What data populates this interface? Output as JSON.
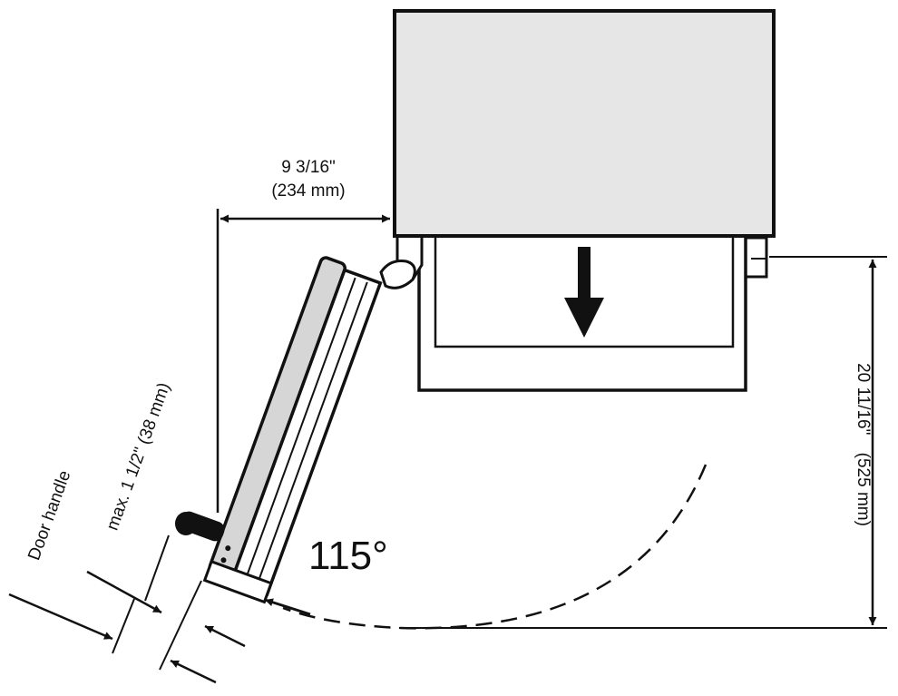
{
  "dimensions": {
    "door_swing_clearance": {
      "imperial": "9 3/16\"",
      "metric": "(234 mm)"
    },
    "height": {
      "imperial": "20 11/16\"",
      "metric": "(525 mm)"
    },
    "handle_offset": "max. 1 1/2\" (38 mm)"
  },
  "labels": {
    "door_handle": "Door handle",
    "opening_angle": "115°"
  }
}
